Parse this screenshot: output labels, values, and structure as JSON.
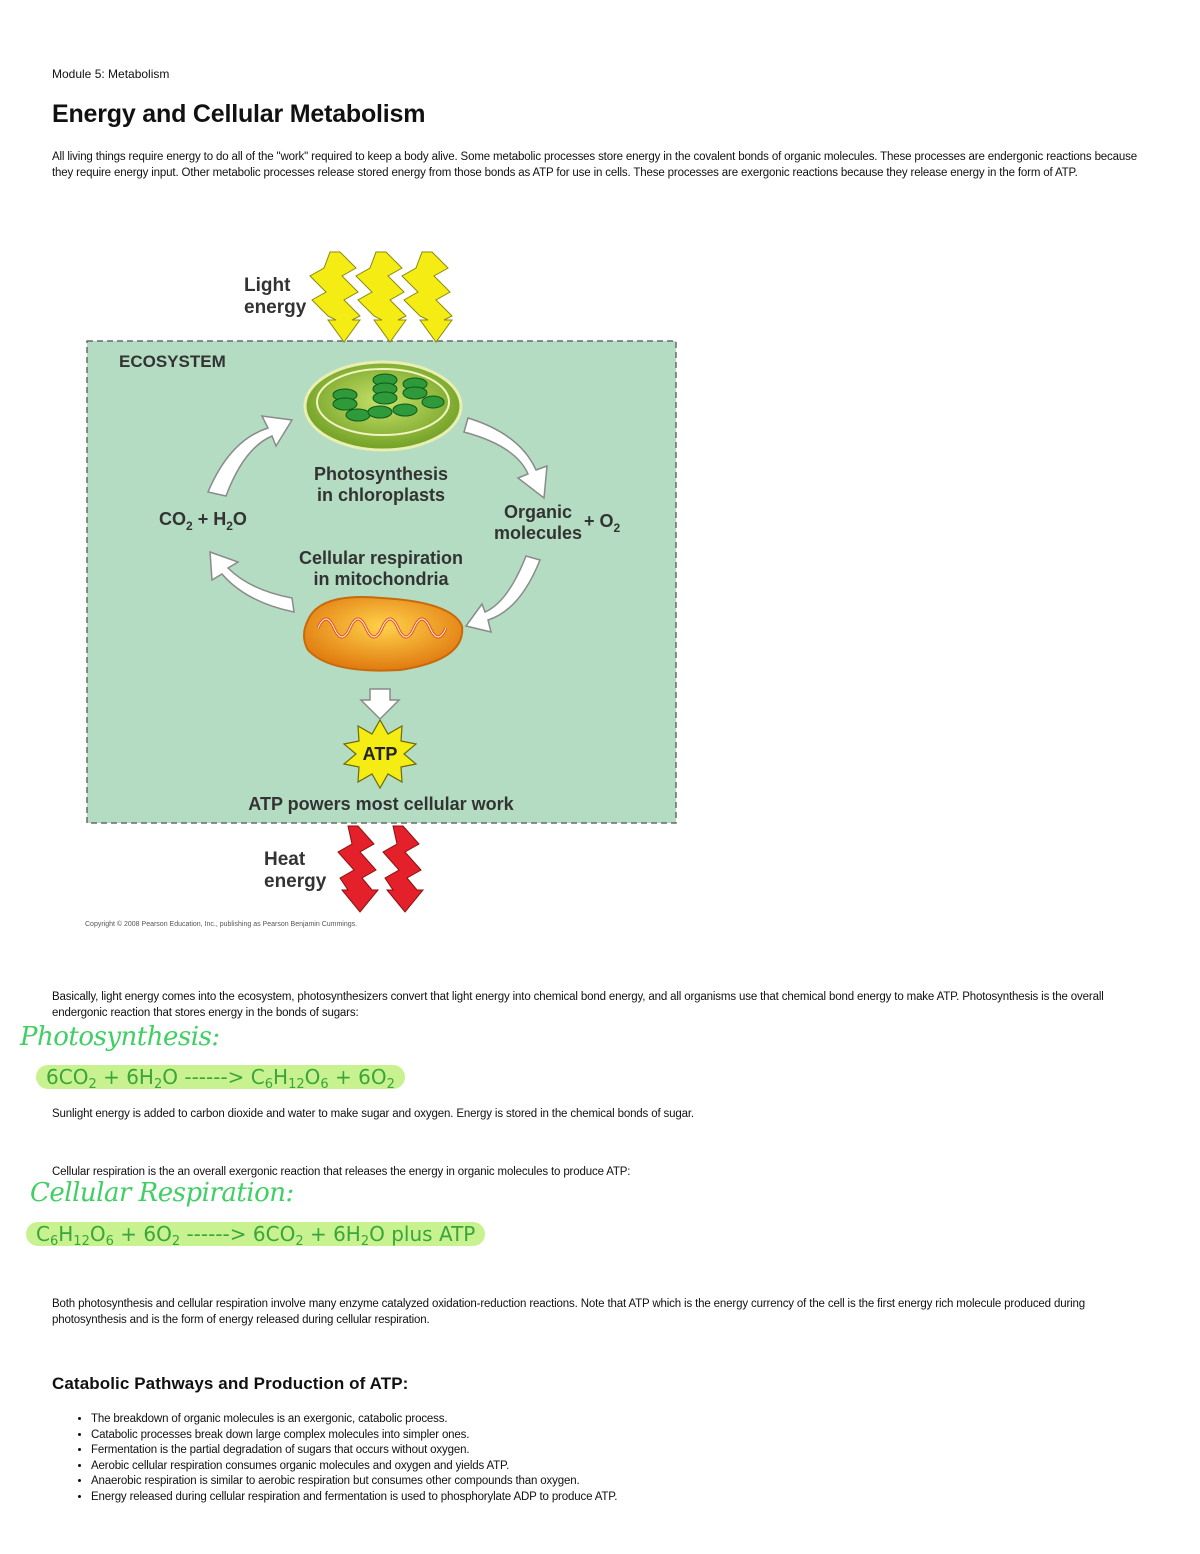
{
  "module": "Module 5: Metabolism",
  "title": "Energy and Cellular Metabolism",
  "intro": "All living things require energy to do all of the \"work\" required to keep a body alive. Some metabolic processes store energy in the covalent bonds of organic molecules. These processes are endergonic reactions because they require energy input. Other metabolic processes release stored energy from those bonds as ATP for use in cells. These processes are exergonic reactions because they release energy in the form of ATP.",
  "figure": {
    "light_1": "Light",
    "light_2": "energy",
    "ecosystem": "ECOSYSTEM",
    "photo_1": "Photosynthesis",
    "photo_2": "in chloroplasts",
    "co2": "CO",
    "co2_sub": "2",
    "plus_h": " + H",
    "h2o_sub": "2",
    "h2o_o": "O",
    "organic_1": "Organic",
    "organic_2": "molecules",
    "plus_o": "+ O",
    "o2_sub": "2",
    "resp_1": "Cellular respiration",
    "resp_2": "in mitochondria",
    "atp": "ATP",
    "atp_powers": "ATP powers most cellular work",
    "heat_1": "Heat",
    "heat_2": "energy",
    "copyright": "Copyright © 2008 Pearson Education, Inc., publishing as Pearson Benjamin Cummings.",
    "colors": {
      "ecosystem_bg": "#b3dcc2",
      "light_bolt": "#f4ec12",
      "heat_bolt": "#e4202b",
      "chloroplast": "#8cc63f",
      "mitochondrion": "#f7a823"
    }
  },
  "basic_para": "Basically, light energy comes into the ecosystem, photosynthesizers convert that light energy into chemical bond energy, and all organisms use that chemical bond energy to make ATP. Photosynthesis is the overall endergonic reaction that stores energy in the bonds of sugars:",
  "photosynthesis_note": "Photosynthesis:",
  "photo_eq": {
    "a": "6CO",
    "a_sub": "2",
    "b": " + 6H",
    "b_sub": "2",
    "c": "O ------> C",
    "c_sub": "6",
    "d": "H",
    "d_sub": "12",
    "e": "O",
    "e_sub": "6",
    "f": " + 6O",
    "f_sub": "2"
  },
  "sunlight_para": "Sunlight energy is added to carbon dioxide and water to make sugar and oxygen. Energy is stored in the chemical bonds of sugar.",
  "resp_para": "Cellular respiration is the an overall exergonic reaction that releases the energy in organic molecules to produce ATP:",
  "respiration_note": "Cellular Respiration:",
  "resp_eq": {
    "a": "C",
    "a_sub": "6",
    "b": "H",
    "b_sub": "12",
    "c": "O",
    "c_sub": "6",
    "d": " + 6O",
    "d_sub": "2",
    "e": " ------> 6CO",
    "e_sub": "2",
    "f": " + 6H",
    "f_sub": "2",
    "g": "O plus ATP"
  },
  "both_para": "Both photosynthesis and cellular respiration involve many enzyme catalyzed oxidation-reduction reactions. Note that ATP which is the energy currency of the cell is the first energy rich molecule produced during photosynthesis and is the form of energy released during cellular respiration.",
  "catabolic_heading": "Catabolic Pathways and Production of ATP:",
  "bullets": [
    "The breakdown of organic molecules is an exergonic, catabolic process.",
    "Catabolic processes break down large complex molecules into simpler ones.",
    "Fermentation is the partial degradation of sugars that occurs without oxygen.",
    "Aerobic cellular respiration consumes organic molecules and oxygen and yields ATP.",
    "Anaerobic respiration is similar to aerobic respiration but consumes other compounds than oxygen.",
    "Energy released during cellular respiration and fermentation is used to phosphorylate ADP to produce ATP."
  ]
}
